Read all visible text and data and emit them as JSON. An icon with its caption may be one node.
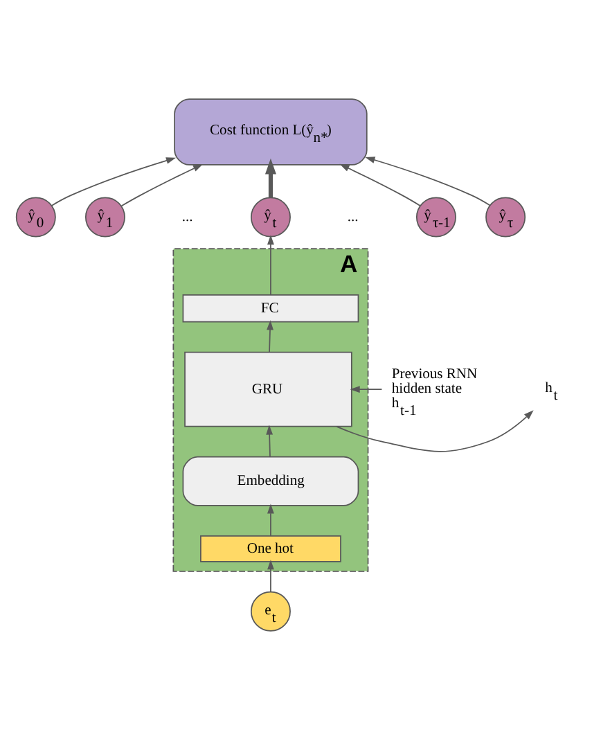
{
  "diagram": {
    "nodes": [
      {
        "text": [
          "Cost function L(ŷ$_{n*}$)"
        ]
      },
      {
        "text": [
          "ŷ$_{0}$"
        ]
      },
      {
        "text": [
          "ŷ$_{1}$"
        ]
      },
      {
        "text": [
          "ŷ$_{t}$"
        ]
      },
      {
        "text": [
          "ŷ$_{τ-1}$"
        ]
      },
      {
        "text": [
          "ŷ$_{τ}$"
        ]
      },
      {
        "text": [
          "A"
        ]
      },
      {
        "text": [
          "FC"
        ],
        "in": 6
      },
      {
        "text": [
          "GRU"
        ],
        "in": 6
      },
      {
        "text": [
          "Embedding"
        ],
        "in": 6
      },
      {
        "text": [
          "One hot"
        ],
        "in": 6
      },
      {
        "text": [
          "e$_{t}$"
        ]
      },
      {
        "text": [
          "Previous RNN hidden state h$_{t-1}$"
        ]
      },
      {
        "text": [
          "h$_{t}$"
        ]
      }
    ],
    "edges": [
      {
        "from": 1,
        "to": 0,
        "arrow": "to"
      },
      {
        "from": 2,
        "to": 0,
        "arrow": "to"
      },
      {
        "from": 3,
        "to": 0,
        "arrow": "to",
        "style": "thick"
      },
      {
        "from": 4,
        "to": 0,
        "arrow": "to"
      },
      {
        "from": 5,
        "to": 0,
        "arrow": "to"
      },
      {
        "from": 7,
        "to": 3,
        "arrow": "to"
      },
      {
        "from": 8,
        "to": 7,
        "arrow": "to"
      },
      {
        "from": 9,
        "to": 8,
        "arrow": "to"
      },
      {
        "from": 10,
        "to": 9,
        "arrow": "to"
      },
      {
        "from": 11,
        "to": 10,
        "arrow": "to"
      },
      {
        "from": 12,
        "to": 8,
        "arrow": "to"
      },
      {
        "from": 8,
        "to": 13,
        "arrow": "to"
      }
    ],
    "labels": [
      "...",
      "..."
    ]
  }
}
